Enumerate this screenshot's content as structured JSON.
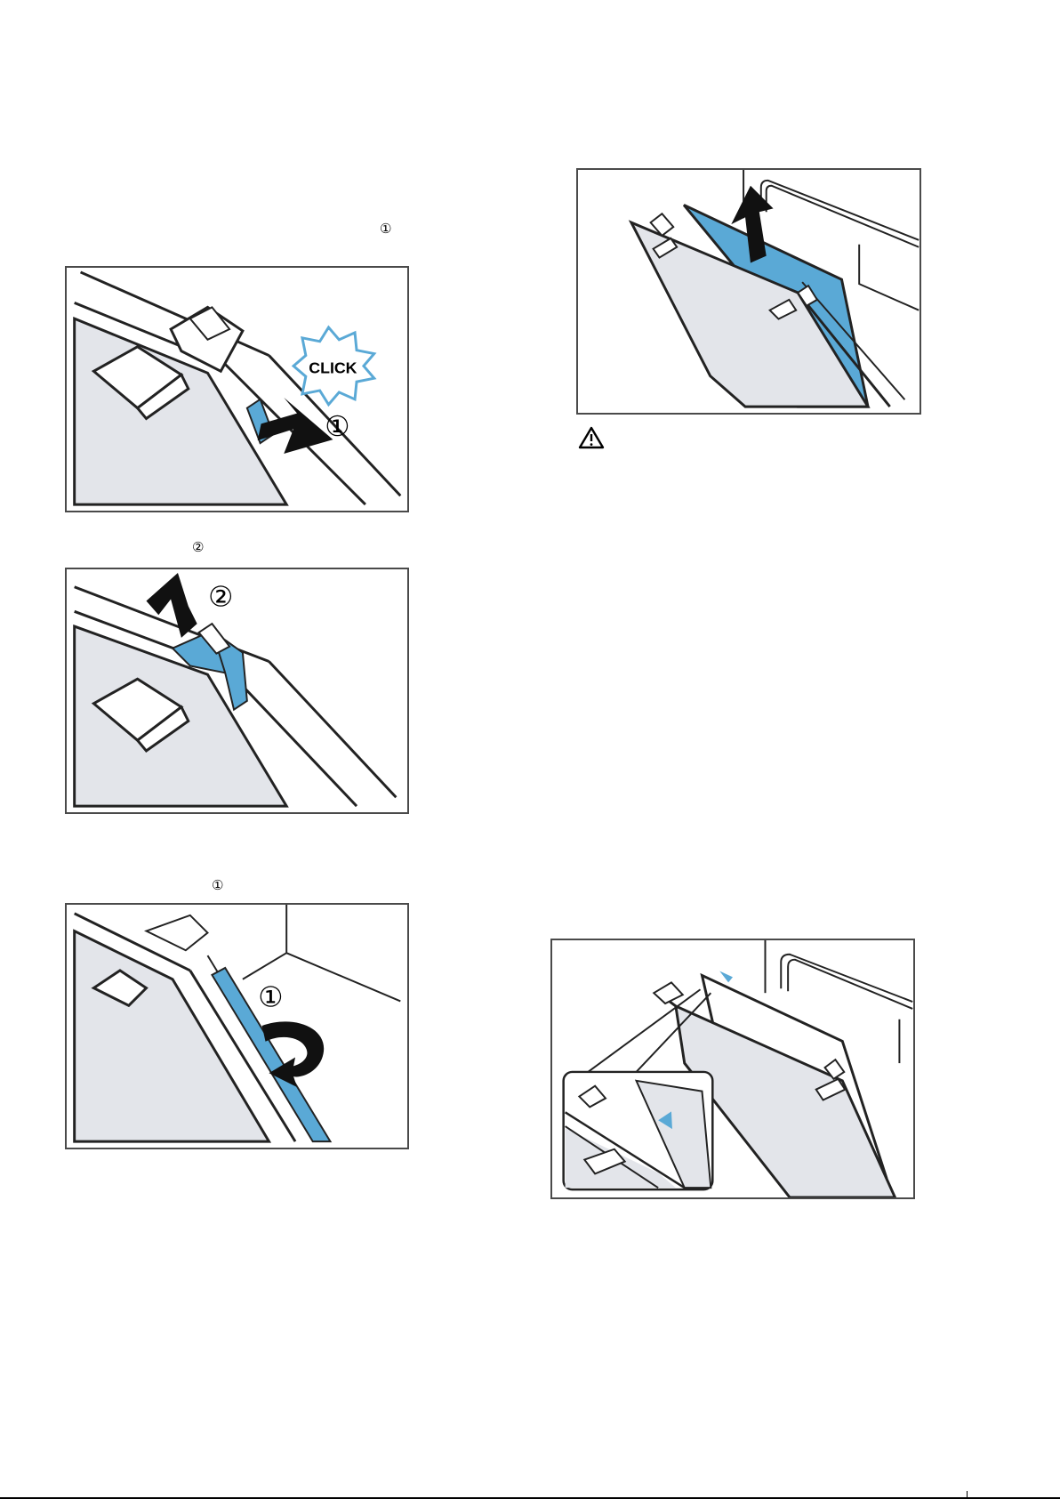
{
  "markers": {
    "step1_marker": "①",
    "step2_marker": "②",
    "step3_marker": "①"
  },
  "figures": {
    "fig1": {
      "click_label": "CLICK",
      "callout": "①"
    },
    "fig2": {
      "callout": "②"
    },
    "fig3": {
      "callout": "①"
    }
  },
  "warning_icon": "warning-triangle-icon",
  "colors": {
    "accent_blue": "#5aa9d6",
    "panel_gray": "#e3e5ea",
    "line": "#222222"
  }
}
